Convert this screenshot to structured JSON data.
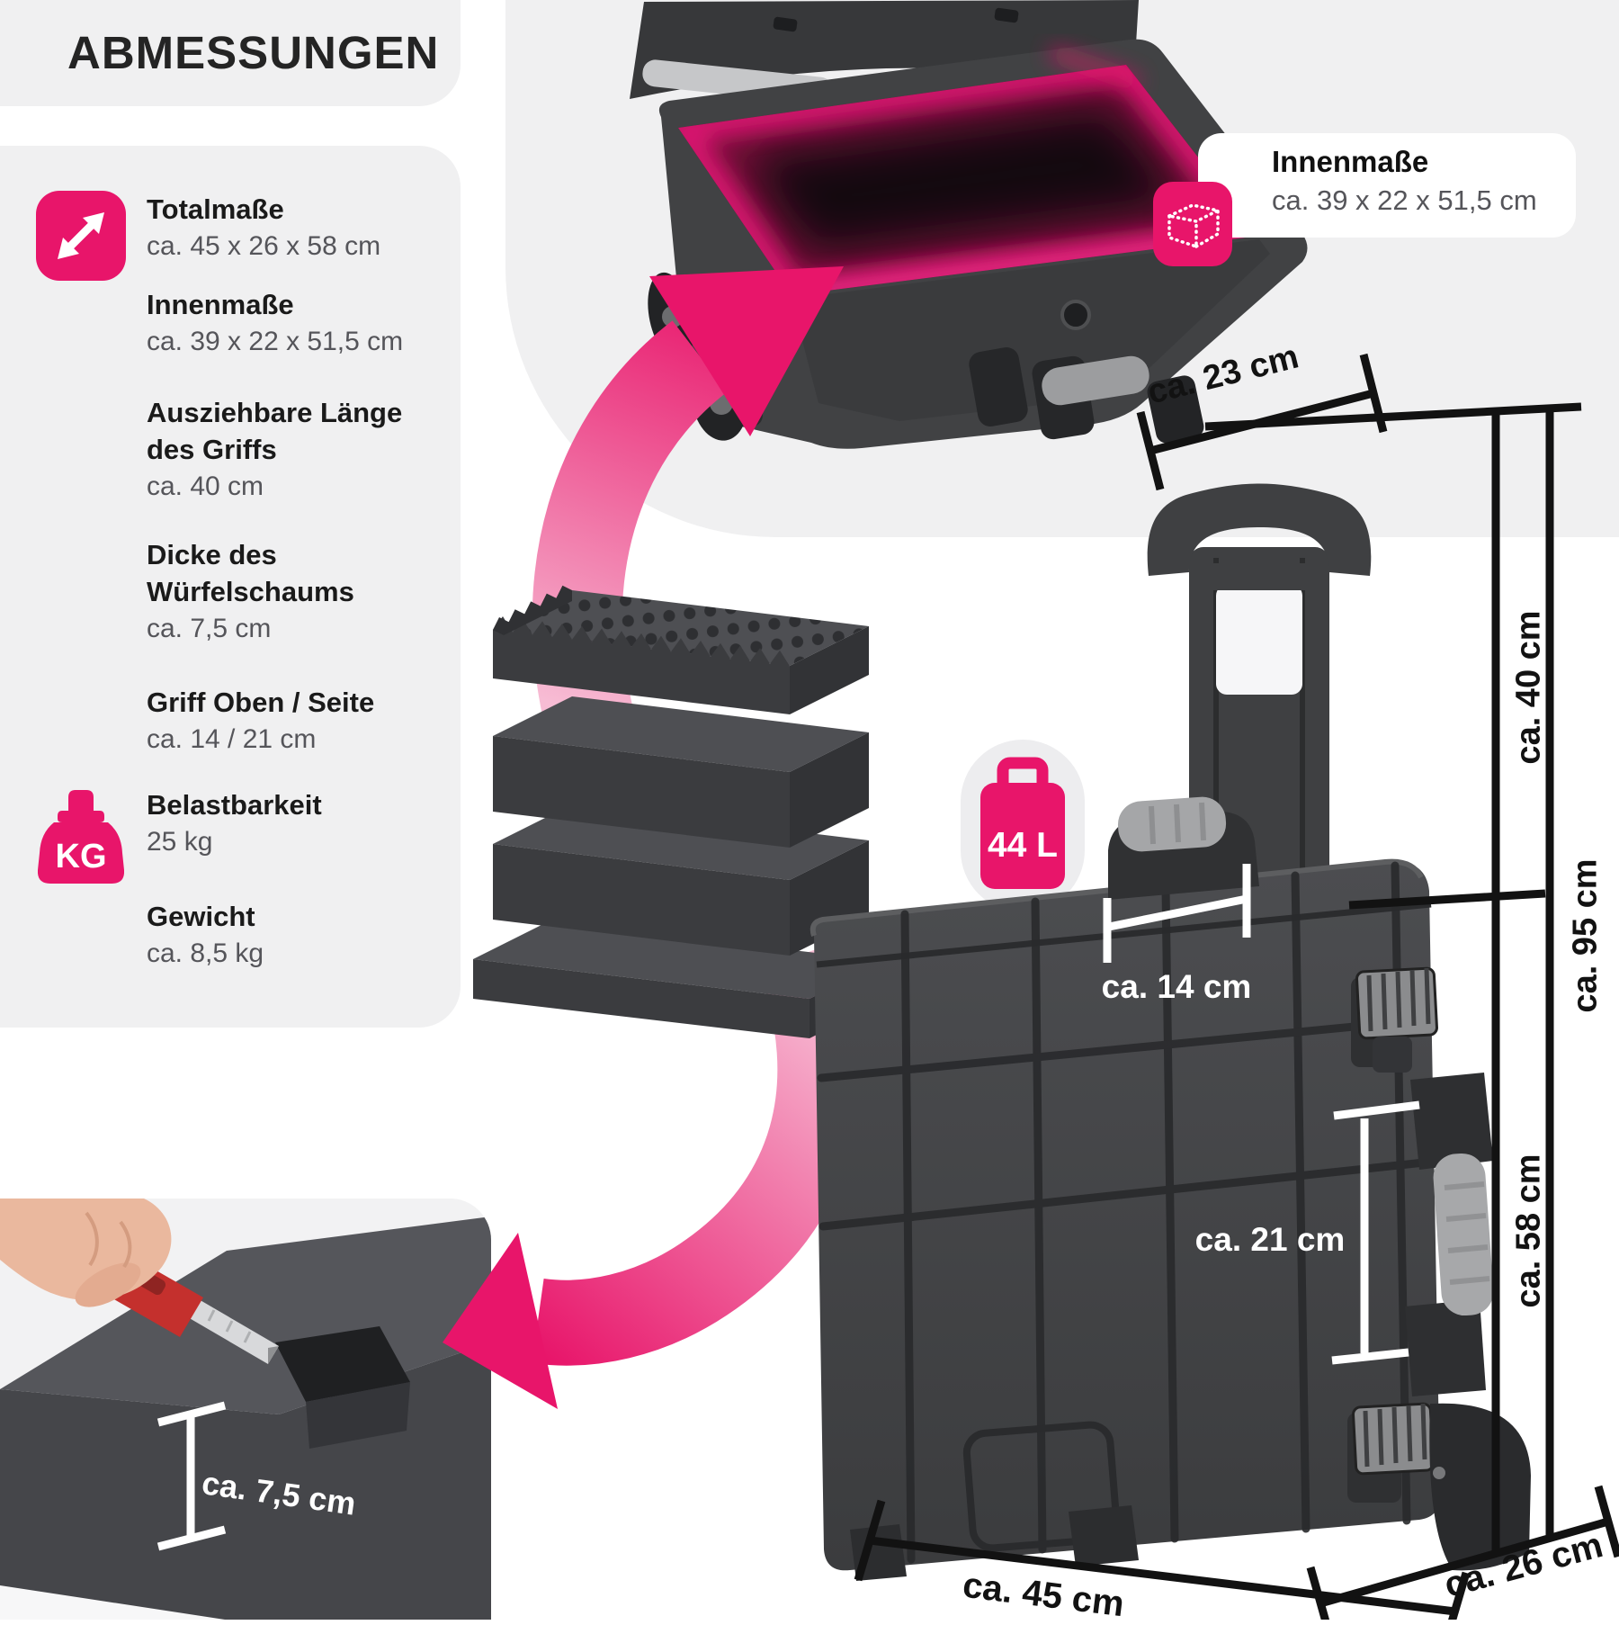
{
  "colors": {
    "accent": "#e8156a",
    "accent-deep": "#c81063",
    "panel": "#f0f0f1",
    "ink": "#1a1a1a",
    "muted": "#55555a"
  },
  "header": {
    "title": "ABMESSUNGEN"
  },
  "specs": [
    {
      "label": "Totalmaße",
      "value": "ca. 45 x 26 x 58 cm"
    },
    {
      "label": "Innenmaße",
      "value": "ca. 39 x 22 x 51,5 cm"
    },
    {
      "label": "Ausziehbare Länge des Griffs",
      "value": "ca. 40 cm"
    },
    {
      "label": "Dicke des Würfelschaums",
      "value": "ca. 7,5 cm"
    },
    {
      "label": "Griff Oben / Seite",
      "value": "ca. 14 / 21 cm"
    },
    {
      "label": "Belastbarkeit",
      "value": "25 kg"
    },
    {
      "label": "Gewicht",
      "value": "ca. 8,5 kg"
    }
  ],
  "icons": {
    "kg_label": "KG",
    "dimension_icon": "diagonal-double-arrow",
    "weight_icon": "kg-weight",
    "inner_icon": "inner-dimensions-box",
    "volume_icon": "suitcase"
  },
  "callout": {
    "title": "Innenmaße",
    "value": "ca. 39 x 22 x 51,5 cm"
  },
  "badge": {
    "volume": "44 L"
  },
  "measurements": {
    "handle_width": "ca. 23 cm",
    "pullout_length": "ca. 40 cm",
    "total_height": "ca. 95 cm",
    "case_height": "ca. 58 cm",
    "top_grip": "ca. 14 cm",
    "side_grip": "ca. 21 cm",
    "case_width": "ca. 45 cm",
    "case_depth": "ca. 26 cm",
    "foam_thickness": "ca. 7,5 cm"
  }
}
